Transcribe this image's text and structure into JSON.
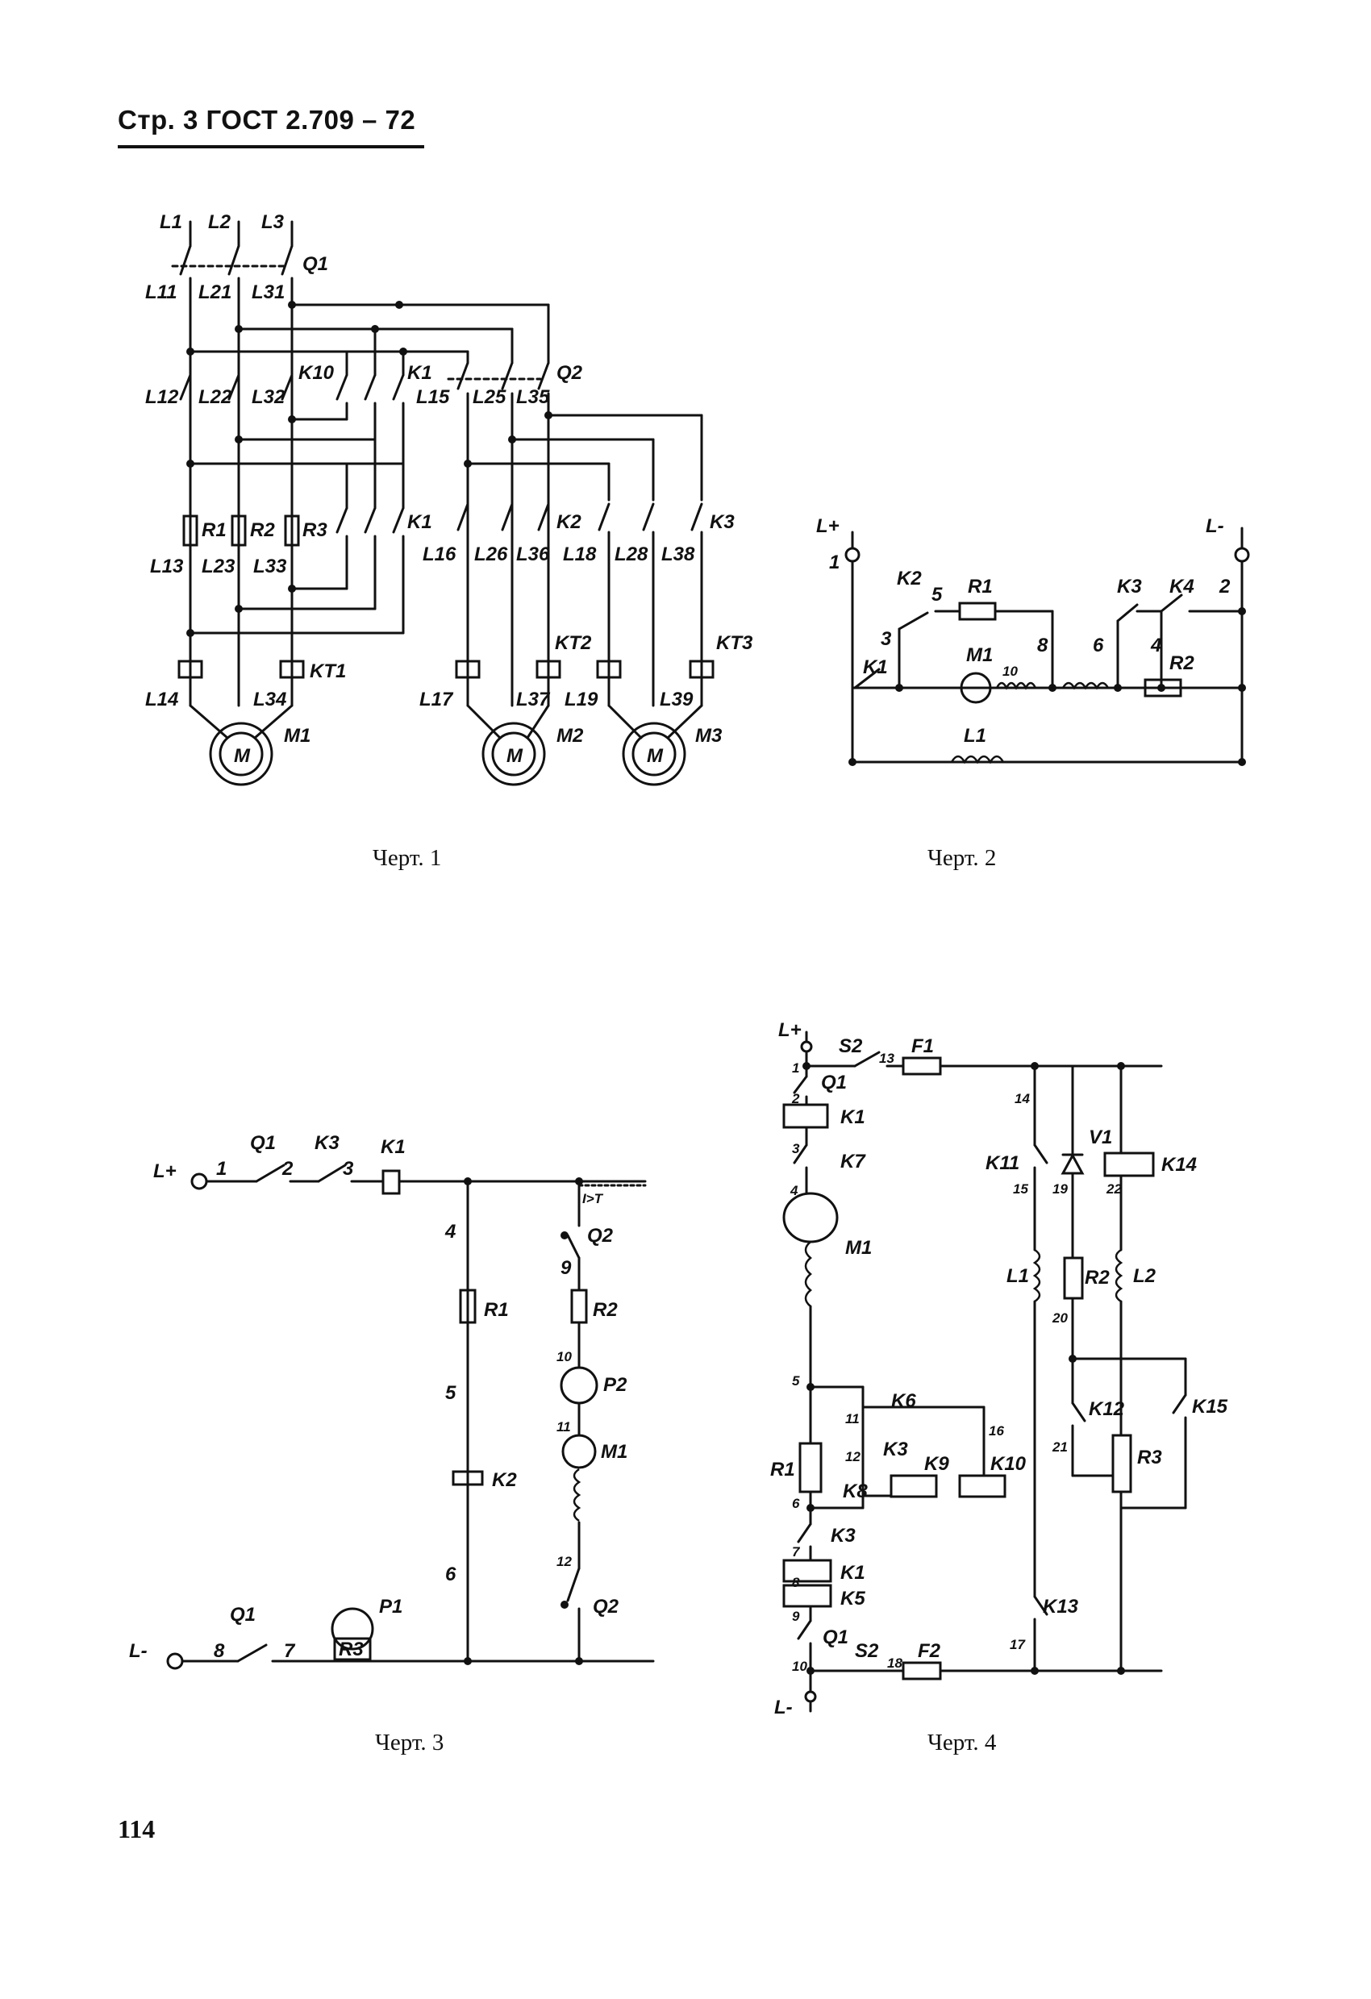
{
  "page": {
    "header": "Стр. 3 ГОСТ 2.709 – 72",
    "page_number": "114"
  },
  "captions": {
    "fig1": "Черт. 1",
    "fig2": "Черт. 2",
    "fig3": "Черт. 3",
    "fig4": "Черт. 4"
  },
  "fig1": {
    "phases": [
      "L1",
      "L2",
      "L3"
    ],
    "q1": "Q1",
    "q2": "Q2",
    "l11": "L11",
    "l21": "L21",
    "l31": "L31",
    "l12": "L12",
    "l22": "L22",
    "l32": "L32",
    "k10": "K10",
    "k1a": "K1",
    "k1b": "K1",
    "l15": "L15",
    "l25": "L25",
    "l35": "L35",
    "r1": "R1",
    "r2": "R2",
    "r3": "R3",
    "l13": "L13",
    "l23": "L23",
    "l33": "L33",
    "l16": "L16",
    "l26": "L26",
    "l36": "L36",
    "l18": "L18",
    "l28": "L28",
    "l38": "L38",
    "k2": "K2",
    "k3": "K3",
    "kt1": "KT1",
    "kt2": "KT2",
    "kt3": "KT3",
    "l14": "L14",
    "l34": "L34",
    "l17": "L17",
    "l37": "L37",
    "l19": "L19",
    "l39": "L39",
    "motor_letter": "M",
    "m1": "M1",
    "m2": "M2",
    "m3": "M3"
  },
  "fig2": {
    "lplus": "L+",
    "lminus": "L-",
    "n1": "1",
    "n2": "2",
    "n3": "3",
    "n4": "4",
    "n5": "5",
    "n6": "6",
    "n8": "8",
    "n10": "10",
    "k1": "K1",
    "k2": "K2",
    "k3": "K3",
    "k4": "K4",
    "r1": "R1",
    "r2": "R2",
    "m1": "M1",
    "l1": "L1"
  },
  "fig3": {
    "lplus": "L+",
    "lminus": "L-",
    "q1": "Q1",
    "k3": "K3",
    "k1": "K1",
    "q1b": "Q1",
    "n1": "1",
    "n2": "2",
    "n3": "3",
    "n4": "4",
    "n5": "5",
    "n6": "6",
    "n7": "7",
    "n8": "8",
    "n9": "9",
    "n10": "10",
    "n11": "11",
    "n12": "12",
    "r1": "R1",
    "k2": "K2",
    "q2a": "Q2",
    "q2b": "Q2",
    "r2": "R2",
    "p2": "P2",
    "m1": "M1",
    "p1": "P1",
    "r3": "R3",
    "overcurrent": "I>T"
  },
  "fig4": {
    "lplus": "L+",
    "lminus": "L-",
    "s2a": "S2",
    "s2b": "S2",
    "f1": "F1",
    "f2": "F2",
    "q1a": "Q1",
    "q1b": "Q1",
    "k1a": "K1",
    "k1b": "K1",
    "k7": "K7",
    "m1": "M1",
    "r1": "R1",
    "k6": "K6",
    "k3a": "K3",
    "k3b": "K3",
    "k8": "K8",
    "k9": "K9",
    "k10": "K10",
    "k5": "K5",
    "k11": "K11",
    "k13": "K13",
    "l1": "L1",
    "v1": "V1",
    "r2": "R2",
    "k12": "K12",
    "k14": "K14",
    "l2": "L2",
    "k15": "K15",
    "r3": "R3",
    "n1": "1",
    "n2": "2",
    "n3": "3",
    "n4": "4",
    "n5": "5",
    "n6": "6",
    "n7": "7",
    "n8": "8",
    "n9": "9",
    "n10": "10",
    "n11": "11",
    "n12": "12",
    "n13": "13",
    "n14": "14",
    "n15": "15",
    "n16": "16",
    "n17": "17",
    "n18": "18",
    "n19": "19",
    "n20": "20",
    "n21": "21",
    "n22": "22"
  }
}
